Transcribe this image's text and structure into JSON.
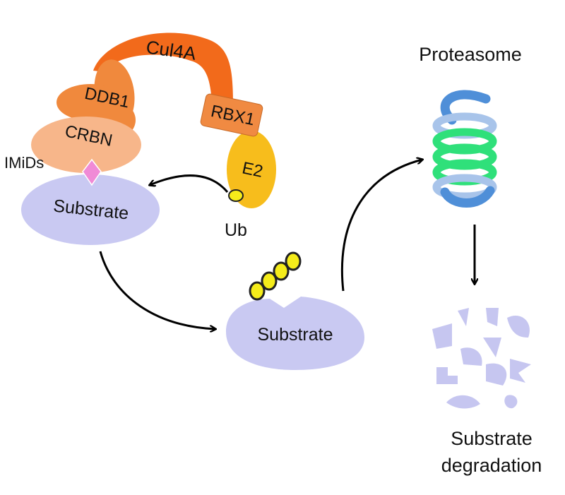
{
  "labels": {
    "cul4a": "Cul4A",
    "ddb1": "DDB1",
    "crbn": "CRBN",
    "rbx1": "RBX1",
    "e2": "E2",
    "imids": "IMiDs",
    "ub": "Ub",
    "substrate_bound": "Substrate",
    "substrate_tagged": "Substrate",
    "proteasome": "Proteasome",
    "degradation_line1": "Substrate",
    "degradation_line2": "degradation"
  },
  "colors": {
    "cul4a": "#f26a1b",
    "ddb1": "#f0893d",
    "crbn": "#f7b68a",
    "rbx1": "#f08a42",
    "e2": "#f7bd1c",
    "imids": "#f08ad6",
    "substrate": "#c9c9f2",
    "ubiquitin": "#f5ec1a",
    "proteasome_blue": "#4f8fd8",
    "proteasome_green": "#2fe07a",
    "fragments": "#c6c6f0",
    "arrow": "#000000"
  },
  "ubiquitin_chain_count": 4
}
